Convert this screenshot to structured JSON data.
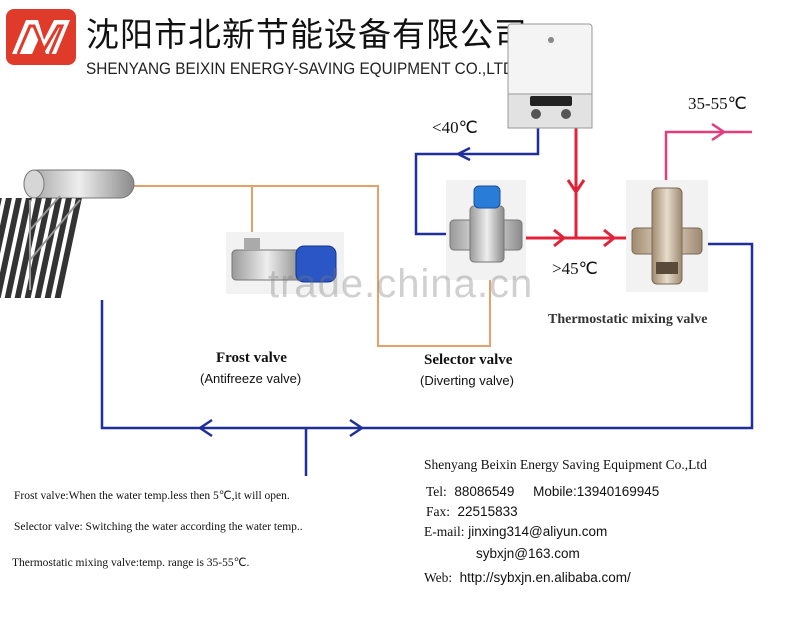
{
  "header": {
    "company_cn": "沈阳市北新节能设备有限公司",
    "company_en": "SHENYANG BEIXIN ENERGY-SAVING EQUIPMENT CO.,LTD"
  },
  "diagram": {
    "temp_outlet": "35-55℃",
    "temp_inlet": "<40℃",
    "temp_hot": ">45℃",
    "frost_valve": {
      "label": "Frost valve",
      "sublabel": "(Antifreeze valve)"
    },
    "selector_valve": {
      "label": "Selector valve",
      "sublabel": "(Diverting valve)"
    },
    "thermostatic_valve": {
      "label": "Thermostatic mixing valve"
    },
    "watermark": "trade.china.cn"
  },
  "notes": [
    "Frost valve:When the water temp.less then 5℃,it will open.",
    "Selector valve: Switching the water according the water temp..",
    "Thermostatic mixing valve:temp. range is 35-55℃."
  ],
  "contact": {
    "company": "Shenyang Beixin Energy Saving Equipment Co.,Ltd",
    "tel_label": "Tel:",
    "tel": "88086549",
    "mobile_label": "Mobile:",
    "mobile": "13940169945",
    "fax_label": "Fax:",
    "fax": "22515833",
    "email_label": "E-mail:",
    "email1": "jinxing314@aliyun.com",
    "email2": "sybxjn@163.com",
    "web_label": "Web:",
    "web": "http://sybxjn.en.alibaba.com/"
  },
  "colors": {
    "brand_red": "#e03a2a",
    "cold_pipe": "#1f2f9a",
    "hot_pipe": "#e0233a",
    "warm_pipe": "#e6a06a",
    "outlet_pipe": "#e23d7d"
  }
}
